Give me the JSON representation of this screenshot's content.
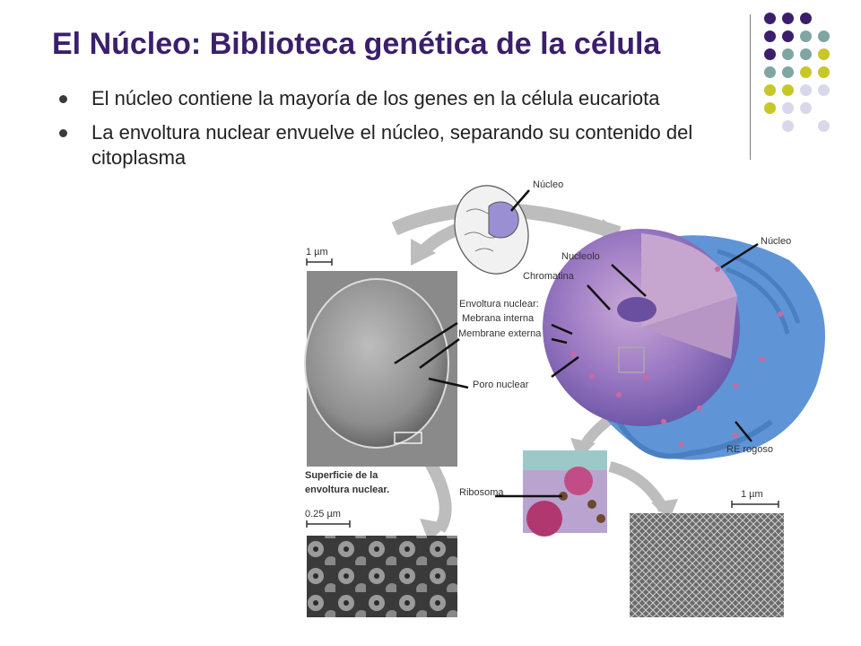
{
  "slide": {
    "title": "El Núcleo: Biblioteca genética de la célula",
    "bullets": [
      "El núcleo contiene la mayoría de los genes en la célula eucariota",
      "La envoltura nuclear envuelve el núcleo, separando su contenido del citoplasma"
    ]
  },
  "theme": {
    "title_color": "#3b1f6b",
    "dot_colors": [
      "#3b1f6b",
      "#7fa6a3",
      "#c8c72a",
      "#d8d8ea"
    ]
  },
  "figure": {
    "labels": {
      "nucleo_cell": "Núcleo",
      "nucleo_right": "Núcleo",
      "nucleolo": "Nucleolo",
      "chromatina": "Chromatina",
      "envoltura": "Envoltura nuclear:",
      "membrana_interna": "Mebrana interna",
      "membrana_externa": "Membrane externa",
      "poro_nuclear": "Poro nuclear",
      "re_rugoso": "RE rogoso",
      "ribosoma": "Ribosoma",
      "superficie_1": "Superficie de la",
      "superficie_2": "envoltura nuclear.",
      "scale_1um_top": "1 µm",
      "scale_025um": "0.25 µm",
      "scale_1um_bottom": "1 µm"
    }
  }
}
